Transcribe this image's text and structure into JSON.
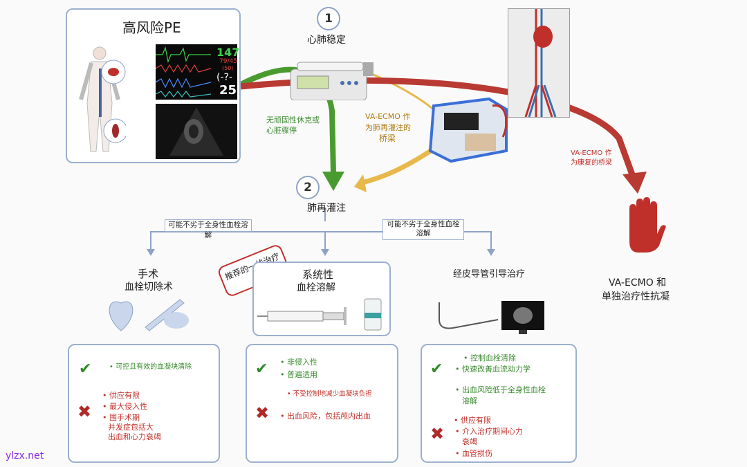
{
  "high_risk_box": {
    "title": "高风险PE"
  },
  "monitor": {
    "hr": "147",
    "bp": "79/45",
    "bp_mean": "(50)",
    "spo2_label": "(-?-",
    "rr": "25"
  },
  "step1": {
    "number": "1",
    "label": "心肺稳定"
  },
  "step2": {
    "number": "2",
    "label": "肺再灌注"
  },
  "green_arrow_label": [
    "无顽固性休克或",
    "心脏骤停"
  ],
  "yellow_arrow_label": [
    "VA-ECMO 作",
    "为肺再灌注的",
    "桥梁"
  ],
  "red_arrow_label": [
    "VA-ECMO 作",
    "为康复的桥梁"
  ],
  "right_outcome": [
    "VA-ECMO 和",
    "单独治疗性抗凝"
  ],
  "branch_labels": {
    "left": "可能不劣于全身性血栓溶解",
    "right": [
      "可能不劣于全身性血栓",
      "溶解"
    ]
  },
  "recommend_stamp": [
    "推荐的一线治疗",
    "*"
  ],
  "surgery": {
    "title": [
      "手术",
      "血栓切除术"
    ]
  },
  "thrombolysis": {
    "title": [
      "系统性",
      "血栓溶解"
    ]
  },
  "catheter": {
    "title": "经皮导管引导治疗"
  },
  "surgery_panel": {
    "pros": [
      "• 可控且有效的血凝块清除"
    ],
    "cons": [
      "• 供应有限",
      "• 最大侵入性",
      "• 围手术期",
      "并发症包括大",
      "出血和心力衰竭"
    ]
  },
  "thrombolysis_panel": {
    "pros": [
      "• 非侵入性",
      "• 普遍适用"
    ],
    "cons_note": "• 不受控制地减少血凝块负担",
    "cons": [
      "• 出血风险，包括颅内出血"
    ]
  },
  "catheter_panel": {
    "pros": [
      "• 控制血栓清除",
      "• 快速改善血流动力学",
      "• 出血风险低于全身性血栓",
      "溶解"
    ],
    "cons": [
      "• 供应有限",
      "• 介入治疗期间心力",
      "衰竭",
      "• 血管损伤"
    ]
  },
  "watermark": "ylzx.net",
  "colors": {
    "green_arrow": "#4a9b2f",
    "yellow_arrow": "#e8b84a",
    "red_arrow": "#b83a32",
    "box_border": "#9bb0cf"
  }
}
